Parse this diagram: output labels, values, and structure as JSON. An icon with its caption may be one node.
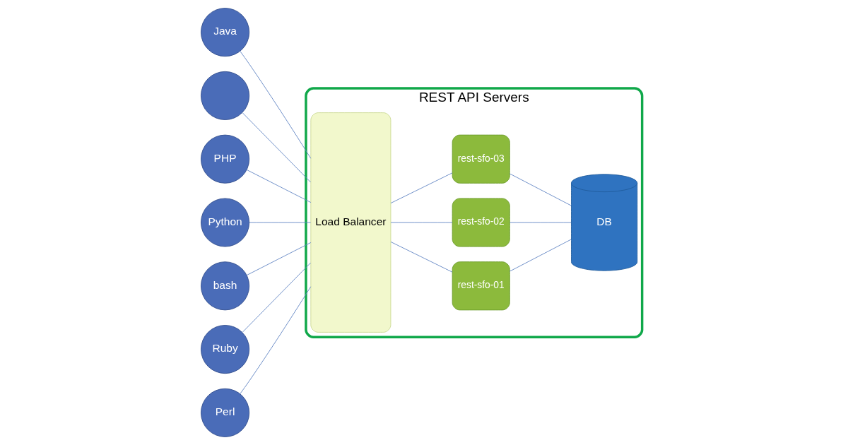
{
  "diagram": {
    "nodes": [
      {
        "text": [
          "Java"
        ]
      },
      {
        "text": [],
        "shape": "circle"
      },
      {
        "text": [
          "PHP"
        ]
      },
      {
        "text": [
          "Python"
        ]
      },
      {
        "text": [
          "bash"
        ]
      },
      {
        "text": [
          "Ruby"
        ]
      },
      {
        "text": [
          "Perl"
        ]
      },
      {
        "text": [
          "REST API Servers"
        ]
      },
      {
        "text": [
          "Load Balancer"
        ],
        "in": 7
      },
      {
        "text": [
          "rest-sfo-01"
        ],
        "in": 7
      },
      {
        "text": [
          "rest-sfo-02"
        ],
        "in": 7
      },
      {
        "text": [
          "rest-sfo-03"
        ],
        "in": 7
      },
      {
        "text": [
          "DB"
        ],
        "in": 7
      }
    ],
    "edges": [
      {
        "from": 0,
        "to": 8,
        "arrow": "none"
      },
      {
        "from": 1,
        "to": 8,
        "arrow": "none"
      },
      {
        "from": 2,
        "to": 8,
        "arrow": "none"
      },
      {
        "from": 3,
        "to": 8,
        "arrow": "none"
      },
      {
        "from": 4,
        "to": 8,
        "arrow": "none"
      },
      {
        "from": 5,
        "to": 8,
        "arrow": "none"
      },
      {
        "from": 6,
        "to": 8,
        "arrow": "none"
      },
      {
        "from": 8,
        "to": 9,
        "arrow": "none"
      },
      {
        "from": 8,
        "to": 10,
        "arrow": "none"
      },
      {
        "from": 8,
        "to": 11,
        "arrow": "none"
      },
      {
        "from": 9,
        "to": 12,
        "arrow": "none"
      },
      {
        "from": 10,
        "to": 12,
        "arrow": "none"
      },
      {
        "from": 11,
        "to": 12,
        "arrow": "none"
      }
    ]
  }
}
